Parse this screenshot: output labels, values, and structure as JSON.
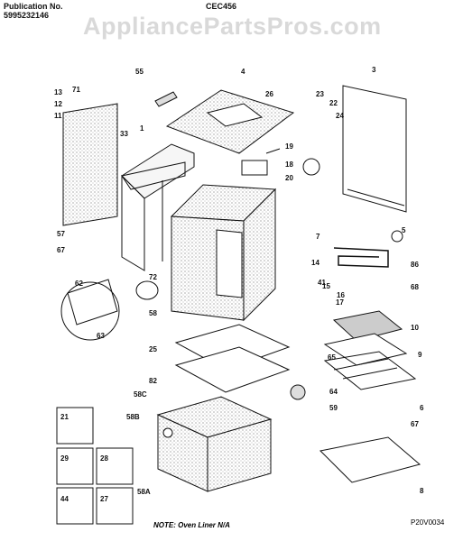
{
  "header": {
    "publication_label": "Publication No.",
    "publication_number": "5995232146",
    "model": "CEC456"
  },
  "watermark": "AppliancePartsPros.com",
  "callouts": [
    "55",
    "4",
    "3",
    "13",
    "71",
    "12",
    "11",
    "1",
    "26",
    "23",
    "22",
    "24",
    "33",
    "19",
    "18",
    "20",
    "57",
    "67",
    "7",
    "5",
    "72",
    "62",
    "14",
    "41",
    "86",
    "15",
    "16",
    "68",
    "17",
    "63",
    "58",
    "10",
    "25",
    "65",
    "9",
    "82",
    "64",
    "58C",
    "59",
    "6",
    "58B",
    "67",
    "21",
    "29",
    "28",
    "44",
    "27",
    "8",
    "58A"
  ],
  "footer": {
    "note": "NOTE: Oven Liner N/A",
    "drawing_code": "P20V0034"
  }
}
